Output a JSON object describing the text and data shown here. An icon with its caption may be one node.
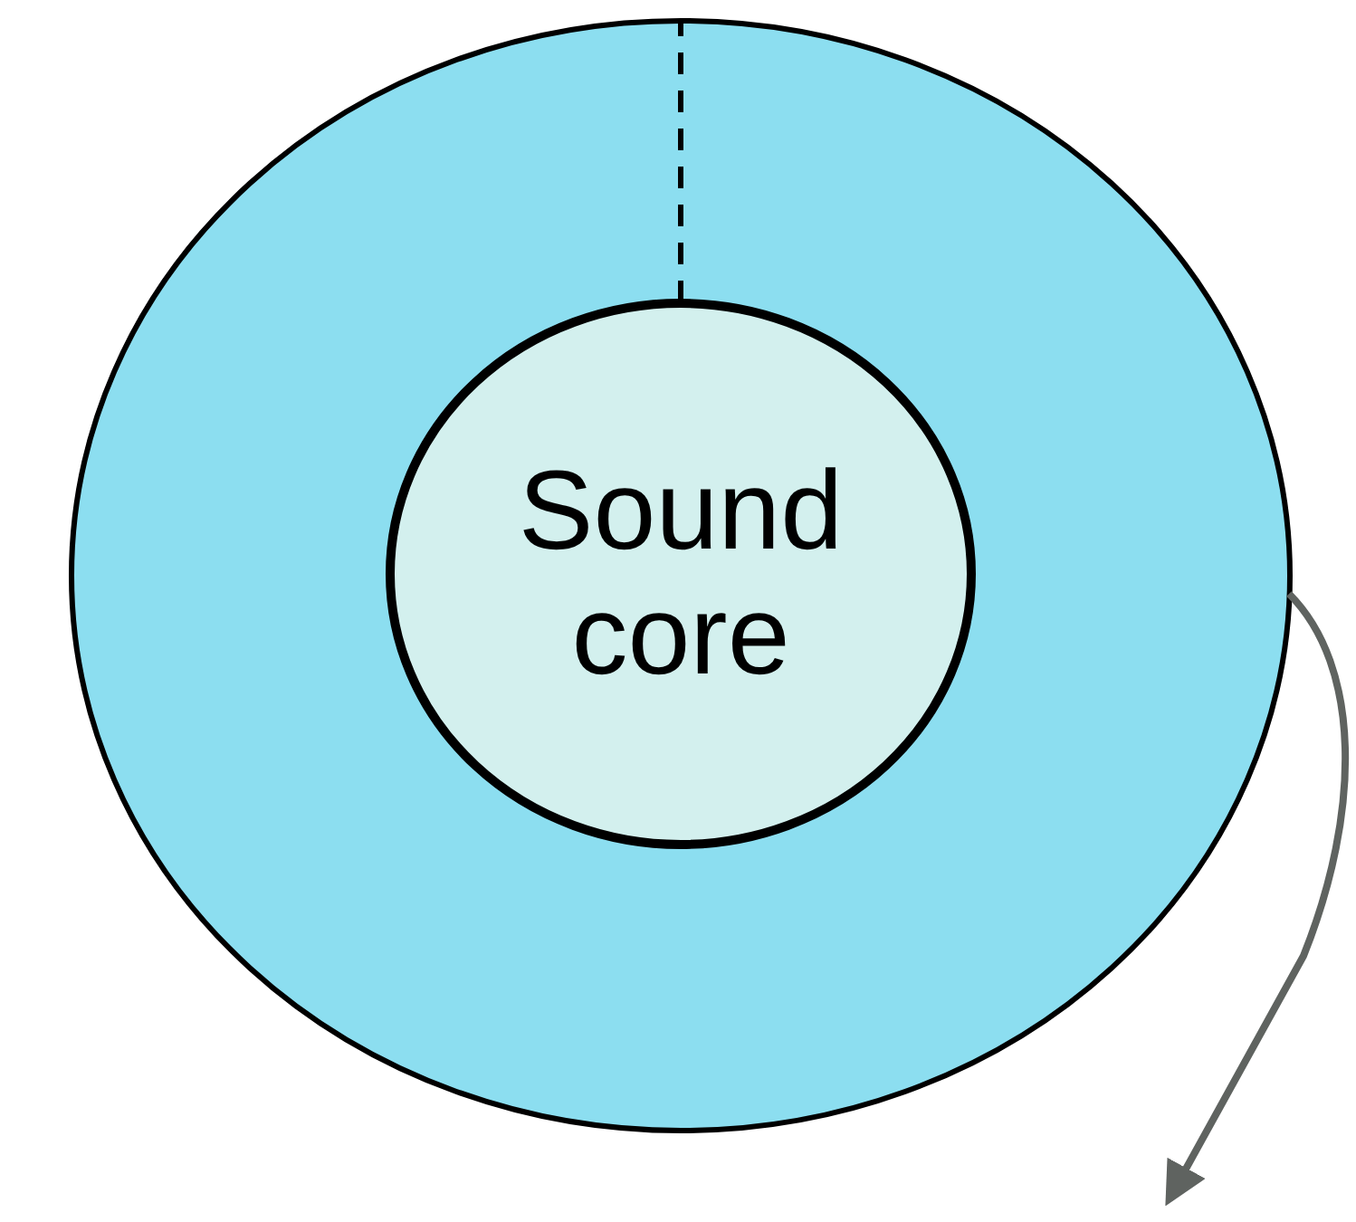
{
  "diagram": {
    "nodes": [
      {
        "text": [],
        "shape": "circle"
      },
      {
        "text": [
          "Sound core"
        ],
        "in": 0
      }
    ],
    "edges": [
      {
        "from": 1,
        "to": 0,
        "arrow": "none",
        "style": "dashed"
      },
      {
        "from": 0,
        "to": null,
        "arrow": "to",
        "color": "#5f6360"
      }
    ]
  }
}
